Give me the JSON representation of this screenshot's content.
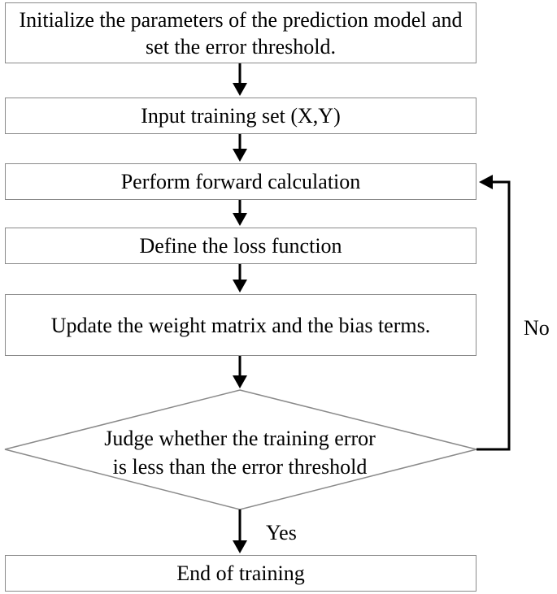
{
  "diagram": {
    "steps": {
      "init": "Initialize the parameters of the prediction model and set the error threshold.",
      "input": "Input training set (X,Y)",
      "forward": "Perform forward calculation",
      "loss": "Define the loss function",
      "update": "Update the weight matrix and the bias terms.",
      "end": "End of training"
    },
    "decision": {
      "line1": "Judge whether the training error",
      "line2": "is less than the error threshold"
    },
    "labels": {
      "yes": "Yes",
      "no": "No"
    },
    "colors": {
      "box_border": "#8a8a8a",
      "arrow": "#000000",
      "text": "#000000"
    }
  }
}
